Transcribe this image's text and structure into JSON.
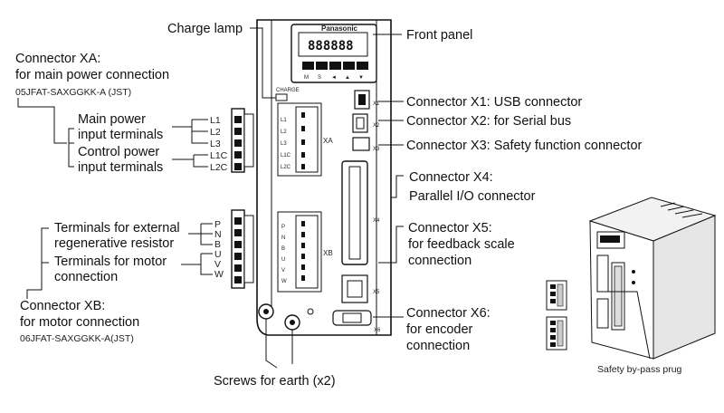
{
  "labels": {
    "charge_lamp": "Charge lamp",
    "front_panel": "Front panel",
    "xa_title": "Connector XA:",
    "xa_desc": "for main power connection",
    "xa_part": "05JFAT-SAXGGKK-A (JST)",
    "main_power_1": "Main power",
    "main_power_2": "input terminals",
    "control_power_1": "Control power",
    "control_power_2": "input terminals",
    "regen_1": "Terminals for external",
    "regen_2": "regenerative resistor",
    "motor_term_1": "Terminals for motor",
    "motor_term_2": "connection",
    "xb_title": "Connector XB:",
    "xb_desc": "for motor connection",
    "xb_part": "06JFAT-SAXGGKK-A(JST)",
    "x1": "Connector X1: USB connector",
    "x2": "Connector X2: for Serial bus",
    "x3": "Connector X3: Safety function connector",
    "x4_1": "Connector X4:",
    "x4_2": "Parallel I/O connector",
    "x5_1": "Connector X5:",
    "x5_2": "for feedback scale",
    "x5_3": "connection",
    "x6_1": "Connector X6:",
    "x6_2": "for encoder",
    "x6_3": "connection",
    "screws": "Screws for earth (x2)",
    "safety": "Safety by-pass prug"
  },
  "device": {
    "brand": "Panasonic",
    "display": "888888",
    "keys": [
      "M",
      "S",
      "◄",
      "▲",
      "▼"
    ],
    "charge_tag": "CHARGE",
    "xa_terminals": [
      "L1",
      "L2",
      "L3",
      "L1C",
      "L2C"
    ],
    "xb_terminals": [
      "P",
      "N",
      "B",
      "U",
      "V",
      "W"
    ],
    "xa_panel_tag": "XA",
    "xb_panel_tag": "XB",
    "port_tags": [
      "X1",
      "X2",
      "X3",
      "X4",
      "X5",
      "X6"
    ]
  }
}
